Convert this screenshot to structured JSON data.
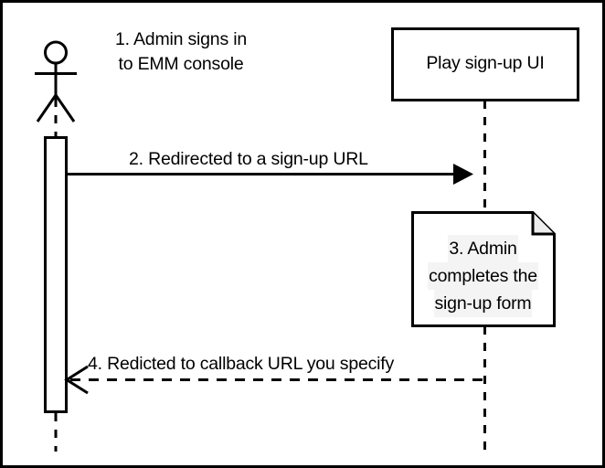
{
  "diagram": {
    "type": "uml-sequence-diagram",
    "background_color": "#ffffff",
    "stroke_color": "#000000",
    "note_highlight_color": "#f4f4f4",
    "actor": {
      "icon": "stick-figure-actor-icon",
      "caption_line_1": "1. Admin signs in",
      "caption_line_2": "to EMM console"
    },
    "participant": {
      "label": "Play sign-up UI"
    },
    "messages": [
      {
        "id": "msg-2",
        "label": "2. Redirected to a sign-up URL",
        "style": "solid-filled-arrow",
        "direction": "left-to-right"
      },
      {
        "id": "msg-4",
        "label": "4. Redicted to callback URL you specify",
        "style": "dashed-open-arrow",
        "direction": "right-to-left"
      }
    ],
    "note": {
      "shape": "folded-corner-note",
      "line_1": "3. Admin",
      "line_2": "completes the",
      "line_3": "sign-up form"
    }
  }
}
